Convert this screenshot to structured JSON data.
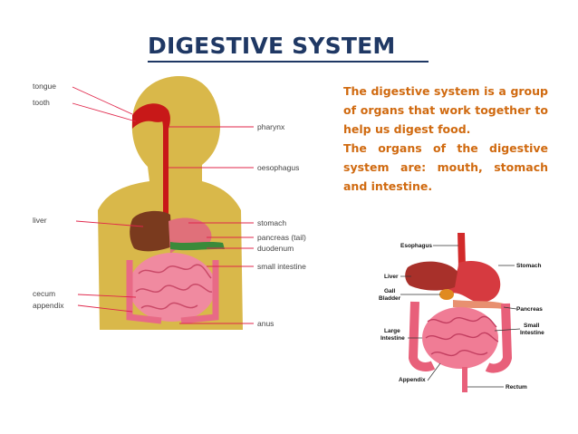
{
  "title": "DIGESTIVE SYSTEM",
  "description": {
    "p1": "The digestive system is a group of organs that work together to help us digest food.",
    "p2": "The organs of the digestive system are: mouth, stomach and intestine."
  },
  "figure_left": {
    "labels_left": [
      "tongue",
      "tooth",
      "liver",
      "cecum",
      "appendix"
    ],
    "labels_right": [
      "pharynx",
      "oesophagus",
      "stomach",
      "pancreas (tail)",
      "duodenum",
      "small intestine",
      "anus"
    ]
  },
  "figure_right": {
    "labels": [
      "Esophagus",
      "Stomach",
      "Liver",
      "Gall",
      "Bladder",
      "Pancreas",
      "Small",
      "Intestine",
      "Large",
      "Intestine",
      "Appendix",
      "Rectum"
    ]
  },
  "colors": {
    "title": "#1f3864",
    "text": "#d06a10",
    "body": "#d9b84a",
    "tract": "#cc1a1a",
    "leader": "#e0264a"
  }
}
